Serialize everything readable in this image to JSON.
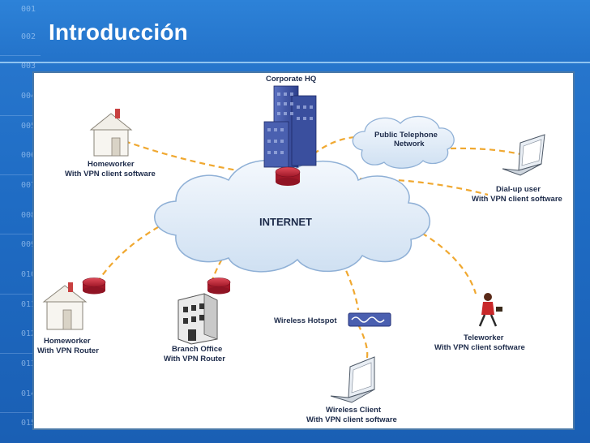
{
  "slide": {
    "title": "Introducción",
    "line_numbers": [
      "001",
      "002",
      "003",
      "004",
      "005",
      "006",
      "007",
      "008",
      "009",
      "010",
      "011",
      "012",
      "013",
      "014",
      "015"
    ]
  },
  "diagram": {
    "corporate_hq": "Corporate HQ",
    "internet": "INTERNET",
    "pstn_line1": "Public Telephone",
    "pstn_line2": "Network",
    "homeworker_top_line1": "Homeworker",
    "homeworker_top_line2": "With VPN client software",
    "dialup_line1": "Dial-up user",
    "dialup_line2": "With VPN client software",
    "homeworker_router_line1": "Homeworker",
    "homeworker_router_line2": "With VPN Router",
    "branch_line1": "Branch Office",
    "branch_line2": "With VPN Router",
    "hotspot": "Wireless Hotspot",
    "teleworker_line1": "Teleworker",
    "teleworker_line2": "With VPN client software",
    "wireless_client_line1": "Wireless Client",
    "wireless_client_line2": "With VPN client software"
  },
  "colors": {
    "link": "#f0a830",
    "cloud": "#e6f0fa",
    "router": "#c8283a",
    "building": "#3b4fa0"
  }
}
